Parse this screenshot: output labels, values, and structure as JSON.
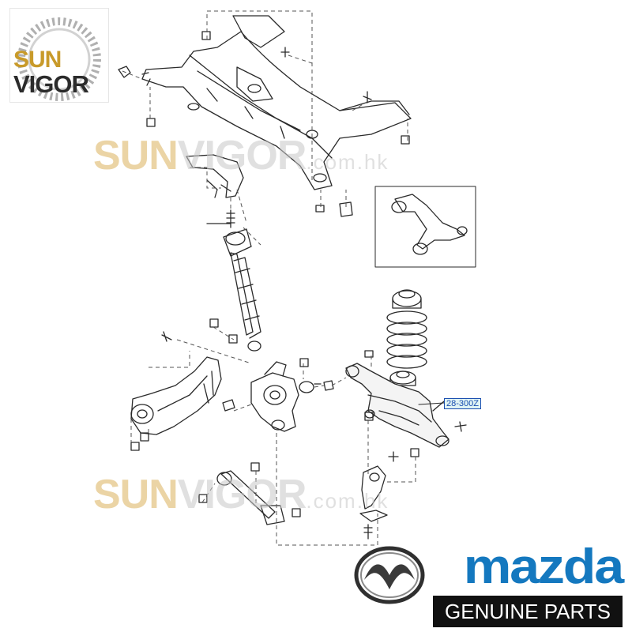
{
  "brand_logo": {
    "line1": "SUN",
    "line2": "VIGOR"
  },
  "watermarks": [
    {
      "brand_a": "SUN",
      "brand_b": "VIGOR",
      "domain": ".com.hk"
    },
    {
      "brand_a": "SUN",
      "brand_b": "VIGOR",
      "domain": ".com.hk"
    }
  ],
  "part_label": "28-300Z",
  "manufacturer": {
    "name": "mazda",
    "tagline": "GENUINE PARTS"
  },
  "colors": {
    "line": "#2a2a2a",
    "dash": "#555555",
    "brand_gold": "#c89a2a",
    "mazda_blue": "#1478bf",
    "highlight_fill": "#dff3f4",
    "label_blue": "#1a4fb0"
  }
}
